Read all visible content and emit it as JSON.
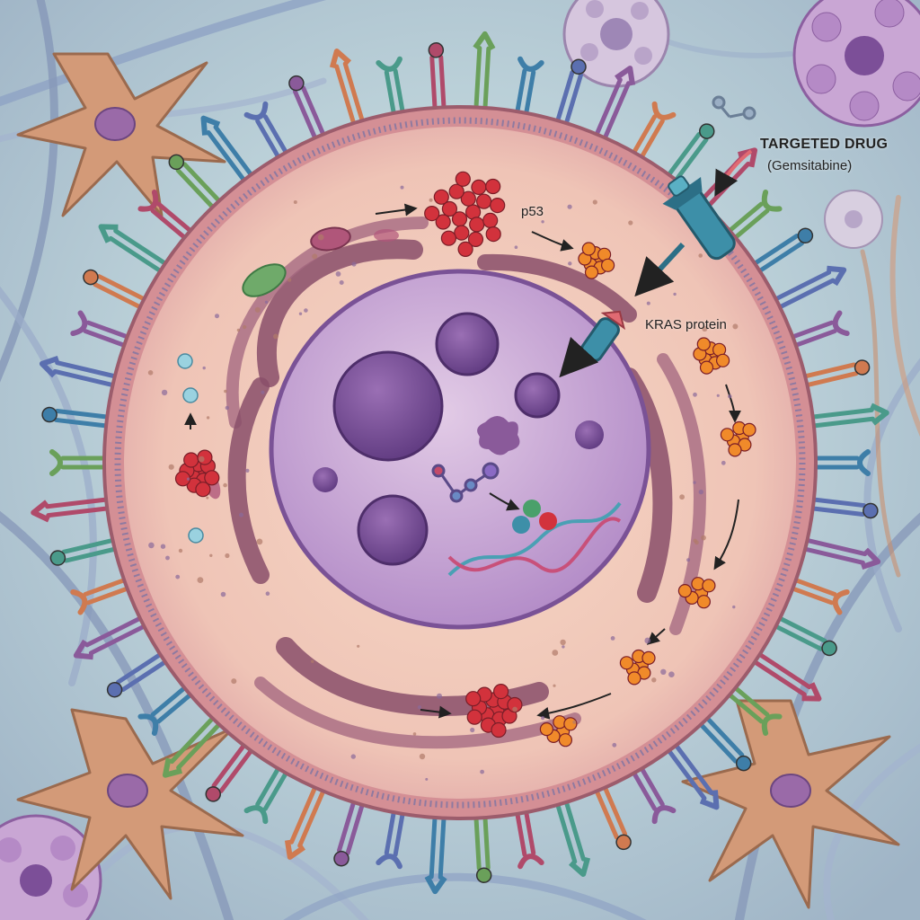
{
  "labels": {
    "targeted_drug": "TARGETED DRUG",
    "drug_name": "(Gemsitabine)",
    "p53": "p53",
    "kras": "KRAS protein"
  },
  "colors": {
    "background": "#bcd6d6",
    "cytoplasm": "#f1c9b8",
    "membrane": "#c98b8b",
    "nucleus": "#c7a3d6",
    "nucleolus": "#7a5296",
    "p53_cluster": "#d2323c",
    "kras_cluster": "#f08a2a",
    "drug": "#3d8fa8",
    "drug_tip": "#e06a72",
    "fiber": "#8fa3c4",
    "astrocyte": "#d39a78"
  },
  "receptor_palette": [
    "#3e7ea8",
    "#5b6fb0",
    "#8a5a9a",
    "#d07a50",
    "#4a9a8a",
    "#b04a6a",
    "#6aa05a"
  ]
}
